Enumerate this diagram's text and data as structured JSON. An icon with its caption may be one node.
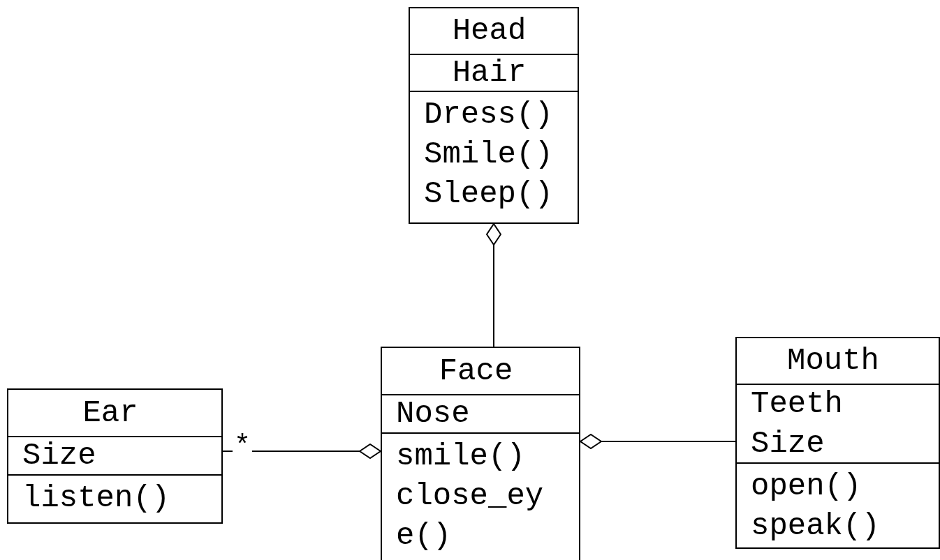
{
  "diagram": {
    "nodes": [
      {
        "text": [
          "Head",
          "Hair",
          "Dress() Smile() Sleep()"
        ]
      },
      {
        "text": [
          "Ear",
          "Size",
          "listen()"
        ]
      },
      {
        "text": [
          "Face",
          "Nose",
          "smile() close_eye()"
        ]
      },
      {
        "text": [
          "Mouth",
          "Teeth Size",
          "open() speak()"
        ]
      }
    ],
    "edges": [
      {
        "from": 2,
        "to": 0,
        "arrow": "other"
      },
      {
        "from": 1,
        "to": 2,
        "arrow": "other",
        "label": "*"
      },
      {
        "from": 3,
        "to": 2,
        "arrow": "other"
      }
    ]
  }
}
